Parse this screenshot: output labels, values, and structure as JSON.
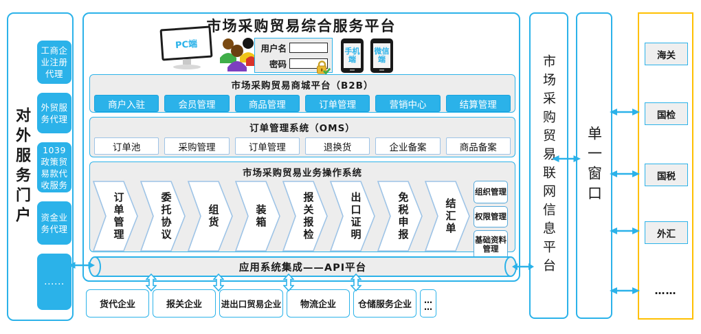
{
  "colors": {
    "accent_cyan": "#2BB2E9",
    "agency_border_yellow": "#FFC000",
    "section_gray": "#EDEDED"
  },
  "portal_sidebar": {
    "title": "对外服务门户",
    "items": [
      {
        "label": "工商企业注册代理"
      },
      {
        "label": "外贸服务代理"
      },
      {
        "label": "1039政策贸易款代收服务"
      },
      {
        "label": "资金业务代理"
      },
      {
        "label": "......"
      }
    ]
  },
  "platform": {
    "title": "市场采购贸易综合服务平台",
    "access": {
      "pc_label": "PC端",
      "username_label": "用户名",
      "password_label": "密码",
      "mobile_label": "手机端",
      "wechat_label": "微信端"
    },
    "b2b": {
      "title": "市场采购贸易商城平台（B2B）",
      "buttons": [
        "商户入驻",
        "会员管理",
        "商品管理",
        "订单管理",
        "营销中心",
        "结算管理"
      ]
    },
    "oms": {
      "title": "订单管理系统（OMS）",
      "buttons": [
        "订单池",
        "采购管理",
        "订单管理",
        "退换货",
        "企业备案",
        "商品备案"
      ]
    },
    "ops": {
      "title": "市场采购贸易业务操作系统",
      "steps": [
        "订单管理",
        "委托协议",
        "组货",
        "装箱",
        "报关报检",
        "出口证明",
        "免税申报",
        "结汇单"
      ],
      "admin_modules": [
        "组织管理",
        "权限管理",
        "基础资料管理"
      ]
    },
    "api_bus": {
      "label": "应用系统集成——API平台"
    }
  },
  "partner_row": {
    "items": [
      "货代企业",
      "报关企业",
      "进出口贸易企业",
      "物流企业",
      "仓储服务企业"
    ],
    "more_line1": "…",
    "more_line2": "…"
  },
  "network_platform": {
    "title": "市场采购贸易联网信息平台"
  },
  "single_window": {
    "title": "单一窗口"
  },
  "agencies": {
    "items": [
      "海关",
      "国检",
      "国税",
      "外汇"
    ],
    "more": "……"
  }
}
